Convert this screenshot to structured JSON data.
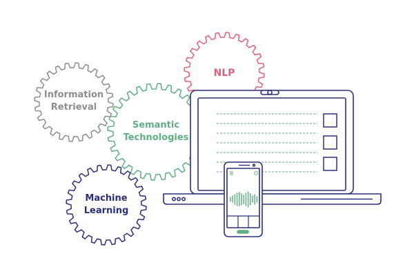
{
  "gears": [
    {
      "id": "information-retrieval",
      "lines": [
        "Information",
        "Retrieval"
      ],
      "color": "#8a8f8b"
    },
    {
      "id": "semantic-technologies",
      "lines": [
        "Semantic",
        "Technologies"
      ],
      "color": "#5fae83"
    },
    {
      "id": "nlp",
      "lines": [
        "NLP"
      ],
      "color": "#e35f7c"
    },
    {
      "id": "machine-learning",
      "lines": [
        "Machine",
        "Learning"
      ],
      "color": "#2b2f7a"
    }
  ],
  "colors": {
    "device_outline": "#2b2f7a",
    "screen_lines": "#5fae83",
    "phone_bars": "#5fae83",
    "phone_status": "#5fae83"
  }
}
